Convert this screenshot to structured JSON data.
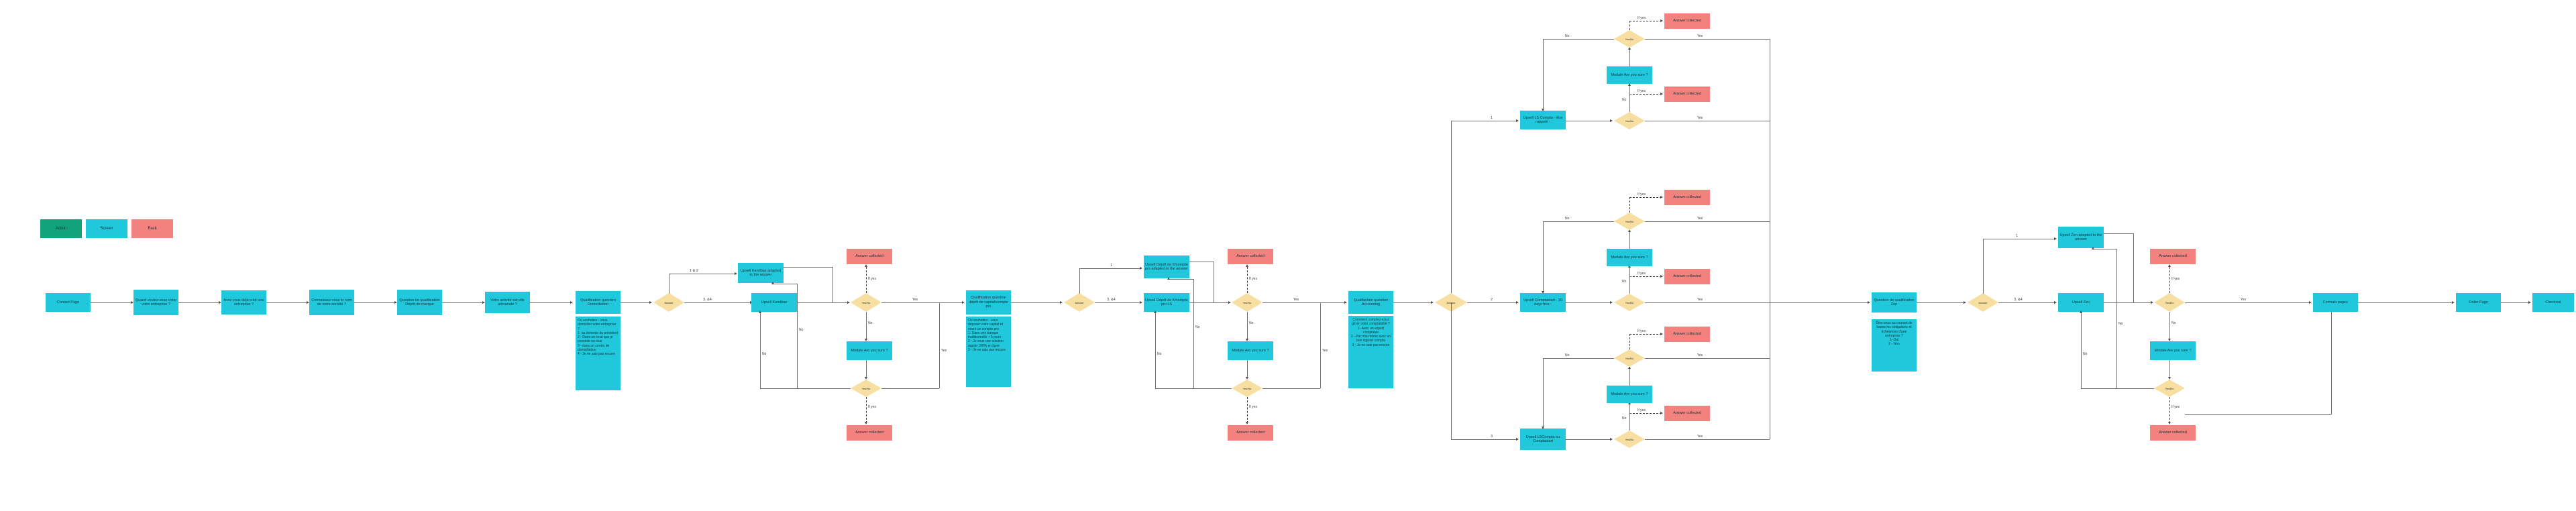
{
  "diagram": {
    "title": "Contact Page qualification & upsell funnel",
    "colors": {
      "action": "#12A37A",
      "screen": "#21C7DB",
      "back": "#F3827E",
      "decision": "#F7DFA2",
      "connector": "#6f6f6f",
      "background": "#ffffff"
    },
    "legend": [
      {
        "label": "Action",
        "kind": "action"
      },
      {
        "label": "Screen",
        "kind": "screen"
      },
      {
        "label": "Back",
        "kind": "back"
      }
    ],
    "intro_chain": [
      {
        "label": "Contact Page"
      },
      {
        "label": "Quand voulez-vous créer votre entreprise ?"
      },
      {
        "label": "Avez vous déjà créé une entreprise ?"
      },
      {
        "label": "Connaissez-vous le nom de votre société ?"
      },
      {
        "label": "Question de qualification Dépôt de marque"
      },
      {
        "label": "Votre activité est-elle artisanale ?"
      }
    ],
    "sections": [
      {
        "id": "domiciliation",
        "question_label": "Qualification question Domiciliation",
        "question_detail": "Où souhaitez - vous domicilier votre entreprise ?\n1- au domicile du président\n2 - Dans un local que je possède ou loue\n3 - dans un centre de domiciliation\n4 - Je ne sais pas encore",
        "answer_label": "Answer",
        "branch_top_label": "1 & 2",
        "branch_bottom_label": "3, &4",
        "upsell_top": "Upsell Kandbaz adapted to the answer",
        "upsell_bottom": "Upsell Kandbaz"
      },
      {
        "id": "depot-capital",
        "question_label": "Qualification question dépôt de capital/compte pro",
        "question_detail": "Où souhaitez - vous déposer votre capital et ouvrir un compte pro\n1- Dans une banque traditionnelle + 5 jours\n2 - Je veux une solution rapide 100% en ligne\n3 - Je ne sais pas encore",
        "answer_label": "Answer",
        "branch_top_label": "1",
        "branch_bottom_label": "3, &4",
        "upsell_top": "Upsell Dépôt de K/compte pro adapted to the answer",
        "upsell_bottom": "Upsell Dépôt de K/compte pro LS"
      },
      {
        "id": "zen",
        "question_label": "Question de qualification Zen",
        "question_detail": "Êtes-vous au courant de toutes les obligations et échéances d'une entreprise ?\n1- Oui\n2 - Non",
        "answer_label": "Answer",
        "branch_top_label": "1",
        "branch_bottom_label": "3, &4",
        "upsell_top": "Upsell Zen adapted to the answer",
        "upsell_bottom": "Upsell Zen"
      }
    ],
    "accounting": {
      "question_label": "Qualifaction question Accounting",
      "question_detail": "Comment comptez-vous gérer votre comptabilité ?\n1- Avec un expert comptable\n2 - Par moi-même avec un bon logiciel compta\n3 - Je ne sais pas encore",
      "answer_label": "Answer",
      "branches": [
        {
          "branch_label": "1",
          "upsell": "Upsell LS Compta - être rappelé -"
        },
        {
          "branch_label": "2",
          "upsell": "Upsell Comptastart - 30 days free -"
        },
        {
          "branch_label": "3",
          "upsell": "Upsell LSCompta ou Comptastart"
        }
      ]
    },
    "tail_chain": [
      {
        "label": "Formula pages"
      },
      {
        "label": "Order Page"
      },
      {
        "label": "Checkout"
      }
    ],
    "repeated": {
      "decision_label": "Yes/No",
      "modal_label": "Modale Are you sure ?",
      "collected_label": "Answer collected",
      "edge_if_yes": "If yes",
      "edge_yes": "Yes",
      "edge_no": "No"
    }
  }
}
